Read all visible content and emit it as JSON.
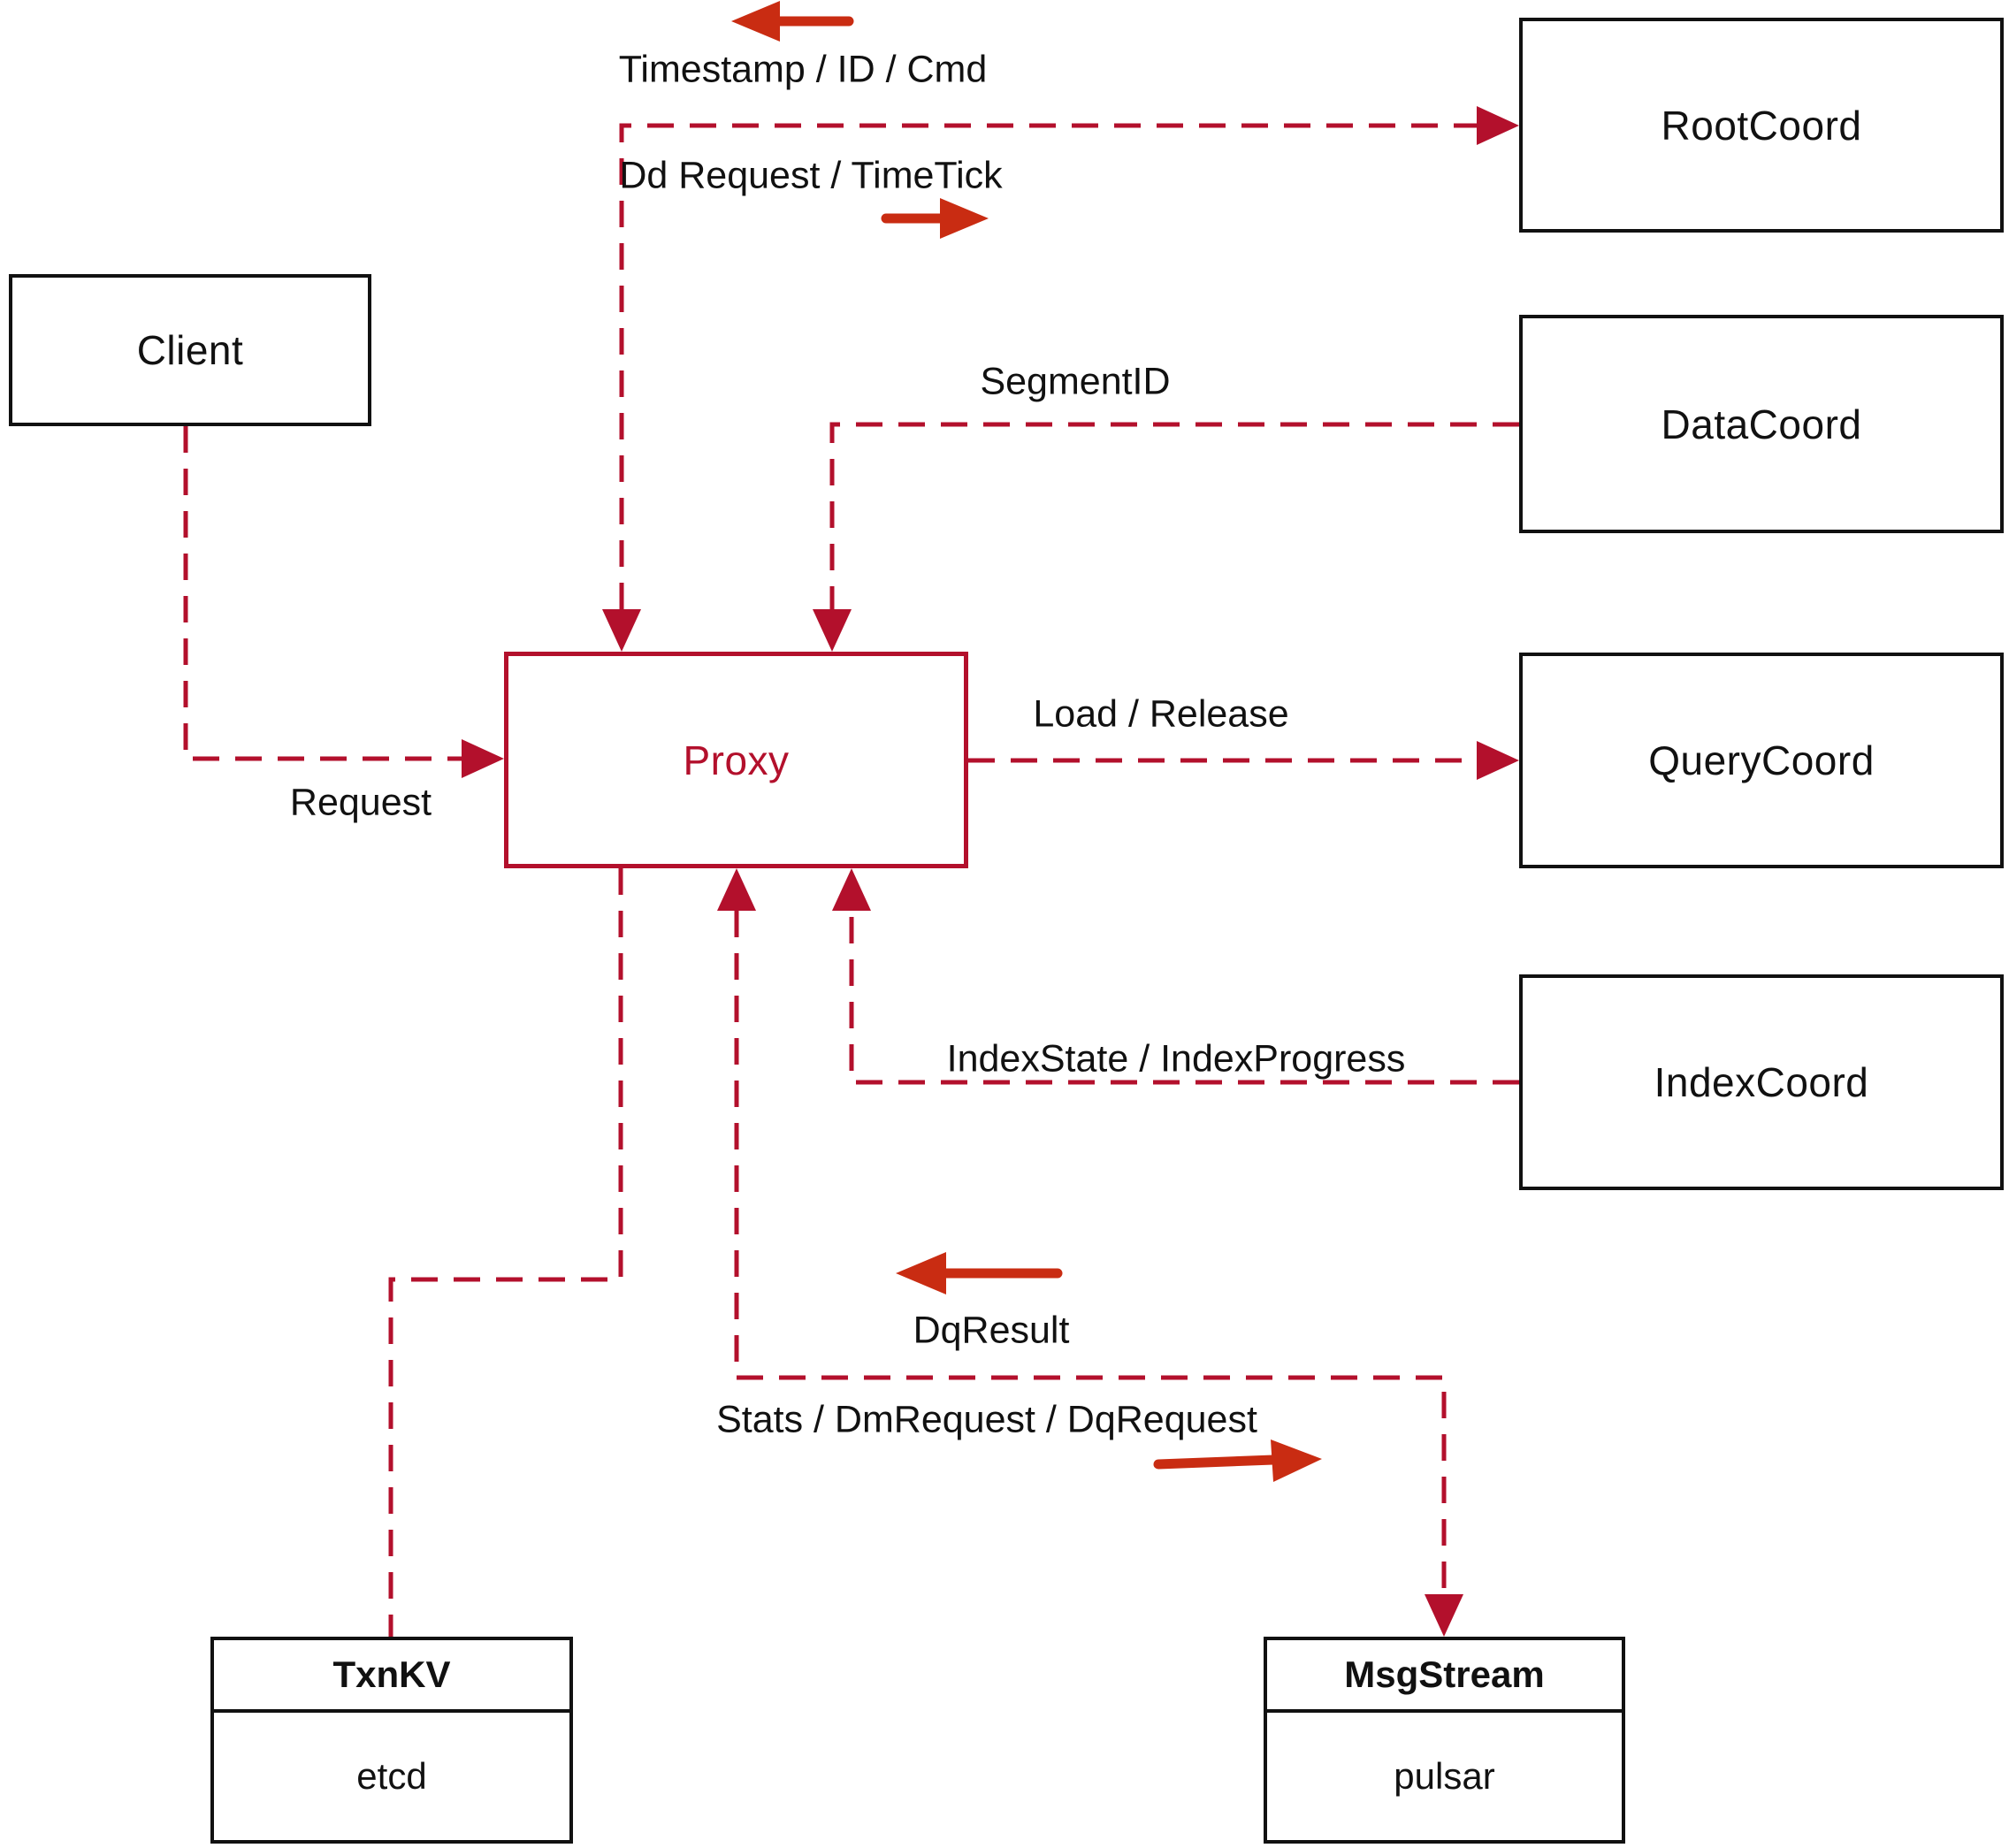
{
  "diagram": {
    "boxes": {
      "client": {
        "label": "Client"
      },
      "rootcoord": {
        "label": "RootCoord"
      },
      "datacoord": {
        "label": "DataCoord"
      },
      "querycoord": {
        "label": "QueryCoord"
      },
      "indexcoord": {
        "label": "IndexCoord"
      },
      "proxy": {
        "label": "Proxy"
      },
      "txnkv": {
        "title": "TxnKV",
        "subtitle": "etcd"
      },
      "msgstream": {
        "title": "MsgStream",
        "subtitle": "pulsar"
      }
    },
    "edge_labels": {
      "timestamp": "Timestamp / ID / Cmd",
      "dd_request": "Dd Request / TimeTick",
      "segment_id": "SegmentID",
      "load_release": "Load / Release",
      "request": "Request",
      "index_state": "IndexState / IndexProgress",
      "dq_result": "DqResult",
      "stats": "Stats / DmRequest / DqRequest"
    },
    "colors": {
      "line_red": "#b3102c",
      "arrow_red": "#c92c12",
      "ink": "#111111"
    }
  }
}
